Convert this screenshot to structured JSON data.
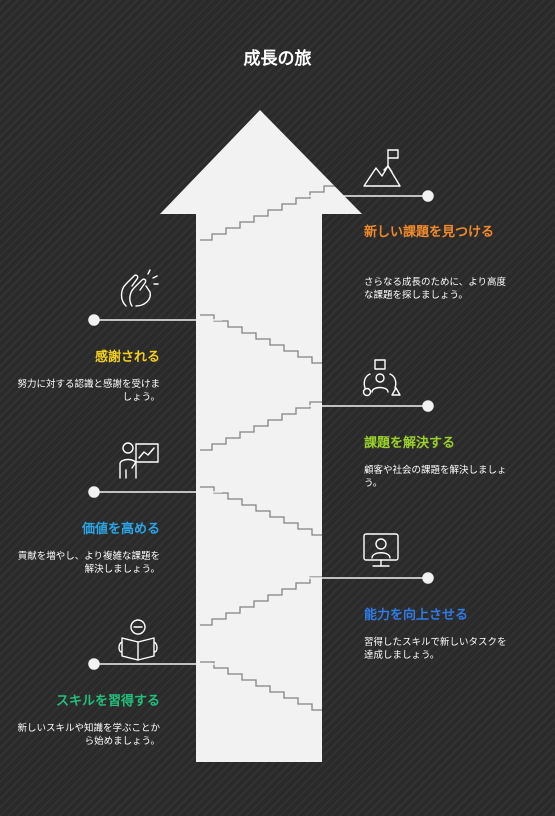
{
  "title": "成長の旅",
  "steps": [
    {
      "label": "新しい課題を見つける",
      "desc": "さらなる成長のために、より高度な課題を探しましょう。",
      "color": "#f28a2a",
      "icon": "mountain-flag-icon"
    },
    {
      "label": "感謝される",
      "desc": "努力に対する認識と感謝を受けましょう。",
      "color": "#f2cf1f",
      "icon": "clapping-hands-icon"
    },
    {
      "label": "課題を解決する",
      "desc": "顧客や社会の課題を解決しましょう。",
      "color": "#9bd12a",
      "icon": "people-shapes-icon"
    },
    {
      "label": "価値を高める",
      "desc": "貢献を増やし、より複雑な課題を解決しましょう。",
      "color": "#2aa6e8",
      "icon": "presenter-chart-icon"
    },
    {
      "label": "能力を向上させる",
      "desc": "習得したスキルで新しいタスクを達成しましょう。",
      "color": "#2f7be8",
      "icon": "person-monitor-icon"
    },
    {
      "label": "スキルを習得する",
      "desc": "新しいスキルや知識を学ぶことから始めましょう。",
      "color": "#22c07a",
      "icon": "reading-person-icon"
    }
  ]
}
